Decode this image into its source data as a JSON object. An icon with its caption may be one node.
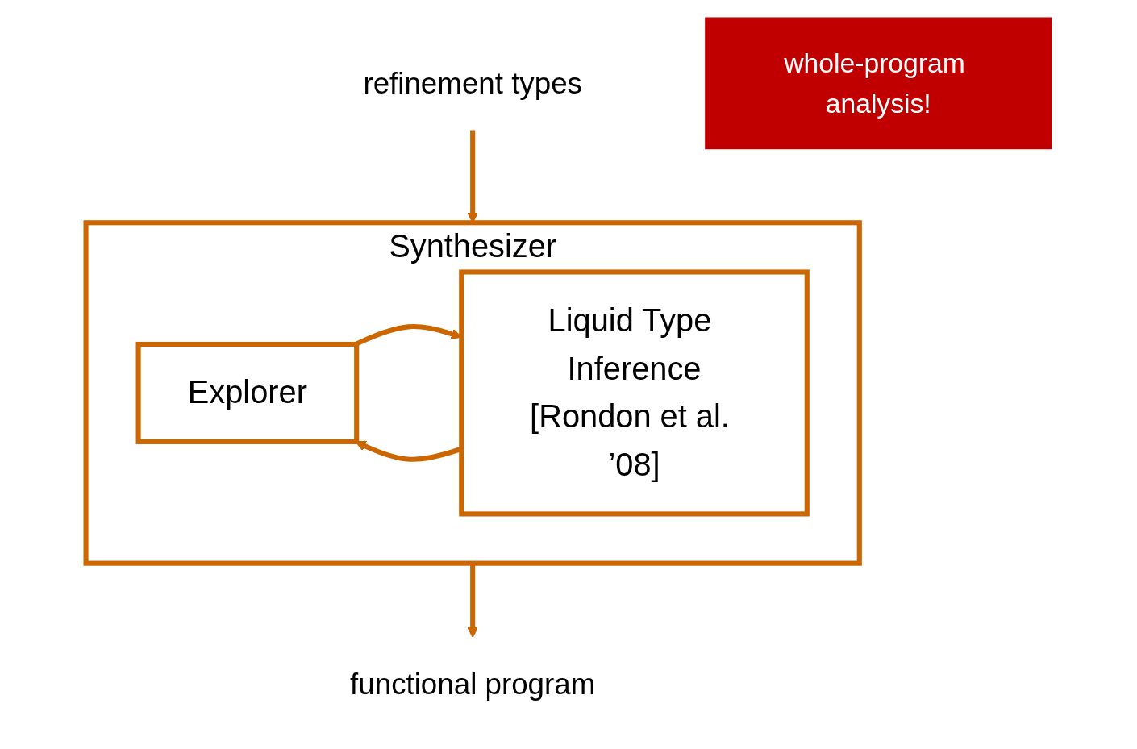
{
  "diagram": {
    "nodes": [
      {
        "text": [
          "Synthesizer"
        ]
      },
      {
        "text": [
          "Explorer"
        ],
        "in": 0
      },
      {
        "text": [
          "Liquid Type Inference",
          "[Rondon et al. ’08]"
        ],
        "in": 0
      },
      {
        "text": [
          "refinement types"
        ]
      },
      {
        "text": [
          "functional program"
        ]
      },
      {
        "text": [
          "whole-program analysis!"
        ]
      }
    ],
    "edges": [
      {
        "from": 3,
        "to": 0,
        "arrow": "to"
      },
      {
        "from": 1,
        "to": 2,
        "arrow": "to"
      },
      {
        "from": 2,
        "to": 1,
        "arrow": "to"
      },
      {
        "from": 0,
        "to": 4,
        "arrow": "to"
      }
    ]
  }
}
